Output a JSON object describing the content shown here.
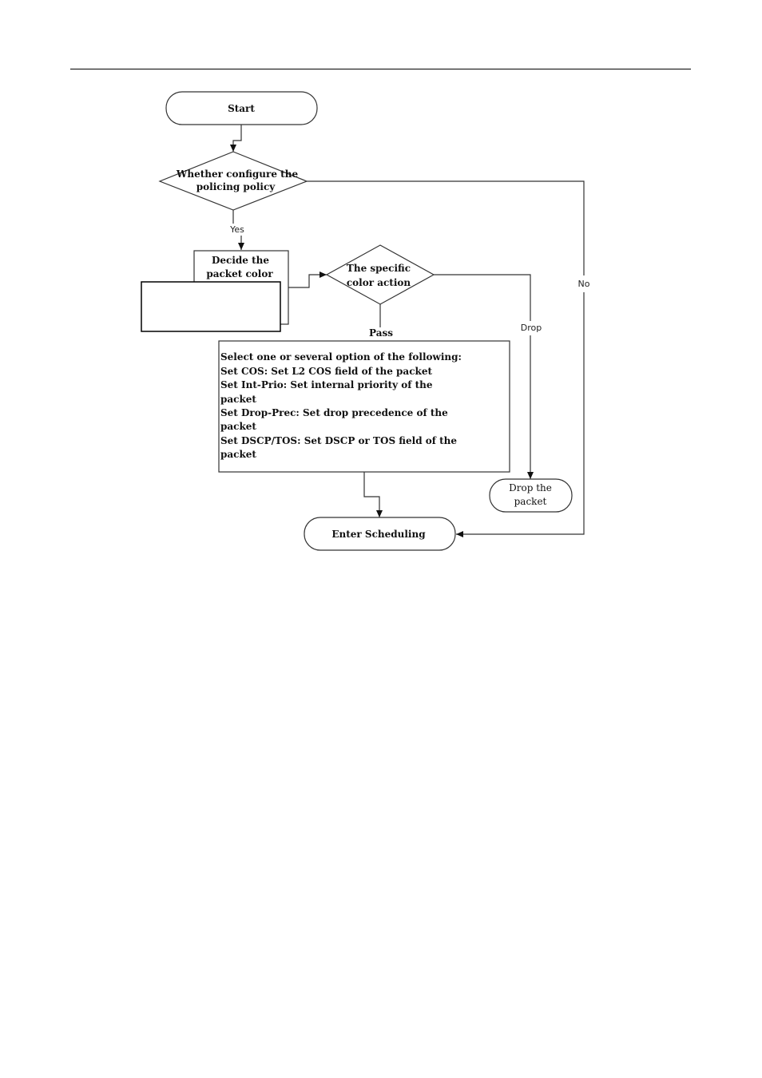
{
  "page": {
    "header_rule": true
  },
  "flowchart": {
    "start": "Start",
    "decision_policy": {
      "line1": "Whether configure the",
      "line2": "policing policy"
    },
    "label_yes": "Yes",
    "label_no": "No",
    "decide_color": {
      "line1": "Decide the",
      "line2": "packet color"
    },
    "decision_color_action": {
      "line1": "The specific",
      "line2": "color action"
    },
    "label_pass": "Pass",
    "label_drop": "Drop",
    "options_box": {
      "lines": [
        "Select one or several option of the following:",
        "Set COS: Set L2 COS field of the packet",
        "Set Int-Prio: Set internal priority of the",
        "packet",
        "Set Drop-Prec: Set drop precedence of the",
        "packet",
        "Set DSCP/TOS: Set DSCP or TOS field of the",
        "packet"
      ]
    },
    "drop_packet": {
      "line1": "Drop the",
      "line2": "packet"
    },
    "enter_scheduling": "Enter Scheduling"
  }
}
